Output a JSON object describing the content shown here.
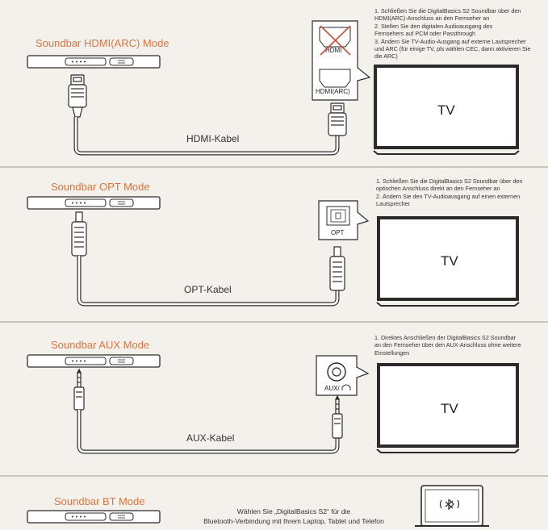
{
  "panels": {
    "hdmi": {
      "title": "Soundbar HDMI(ARC) Mode",
      "note": "1. Schließen Sie die DigitalBasics S2 Soundbar über den\nHDMI(ARC)-Anschluss an den Fernseher an\n2. Stellen Sie den digitalen Audioausgang des\nFernsehers auf PCM oder Passthrough\n3. Ändern Sie TV-Audio-Ausgang auf externe Lautsprecher\nund ARC (für einige TV, pls wählen CEC, dann aktivieren Sie\ndie ARC)",
      "cable": "HDMI-Kabel",
      "port_crossed": "HDMI",
      "port": "HDMI(ARC)",
      "tv": "TV"
    },
    "opt": {
      "title": "Soundbar OPT Mode",
      "note": "1. Schließen Sie die DigitalBasics S2 Soundbar über den\noptischen Anschluss direkt an den Fernseher an\n2. Ändern Sie den TV-Audioausgang auf einen externen\nLautsprecher",
      "cable": "OPT-Kabel",
      "port": "OPT",
      "tv": "TV"
    },
    "aux": {
      "title": "Soundbar AUX Mode",
      "note": "1. Direktes Anschließen der DigitalBasics S2 Soundbar\nan den Fernseher über den AUX-Anschluss ohne weitere\nEinstellungen",
      "cable": "AUX-Kabel",
      "port": "AUX/",
      "tv": "TV"
    },
    "bt": {
      "title": "Soundbar BT Mode",
      "text": "Wählen Sie „DigitalBasics S2“ für die\nBluetooth-Verbindung mit Ihrem Laptop, Tablet und Telefon"
    }
  },
  "colors": {
    "accent": "#d9763f",
    "background": "#f4f1ec",
    "line": "#2b2b2b",
    "divider": "#c9c4bc",
    "cross": "#c9503a"
  },
  "icons": [
    "soundbar-icon",
    "hdmi-plug-icon",
    "optical-plug-icon",
    "aux-plug-icon",
    "tv-icon",
    "laptop-icon",
    "bluetooth-icon",
    "headphone-icon"
  ]
}
